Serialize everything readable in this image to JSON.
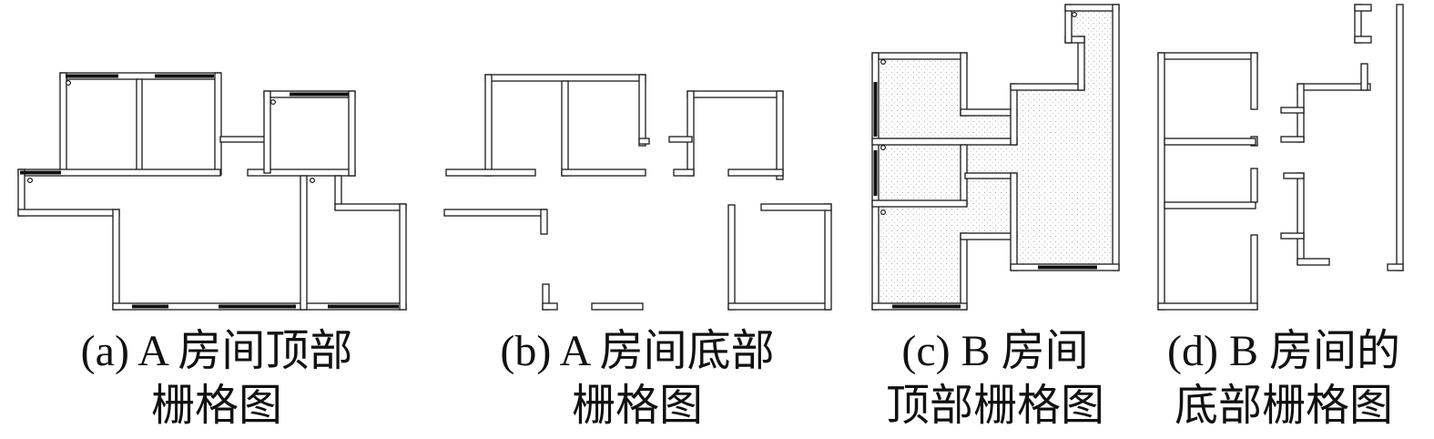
{
  "panels": [
    {
      "id": "a",
      "caption_line1": "(a) A 房间顶部",
      "caption_line2": "栅格图",
      "shaded": false
    },
    {
      "id": "b",
      "caption_line1": "(b) A 房间底部",
      "caption_line2": "栅格图",
      "shaded": false
    },
    {
      "id": "c",
      "caption_line1": "(c) B 房间",
      "caption_line2": "顶部栅格图",
      "shaded": true
    },
    {
      "id": "d",
      "caption_line1": "(d) B 房间的",
      "caption_line2": "底部栅格图",
      "shaded": false
    }
  ],
  "colors": {
    "wall_fill": "#ffffff",
    "wall_stroke": "#1a1a1a",
    "window_fill": "#111111",
    "shading_dot": "#9a9a9a",
    "text": "#111111"
  }
}
